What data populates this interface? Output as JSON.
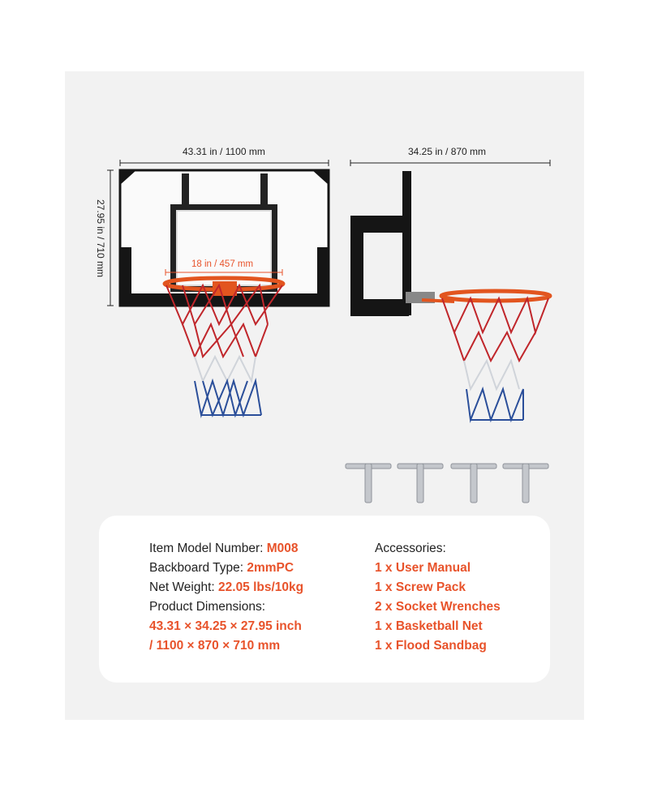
{
  "dimensions": {
    "backboard_width": "43.31 in / 1100 mm",
    "backboard_height": "27.95 in / 710 mm",
    "side_depth": "34.25 in / 870 mm",
    "rim_diameter": "18 in / 457 mm"
  },
  "specs": {
    "model_label": "Item Model Number: ",
    "model_value": "M008",
    "backboard_label": "Backboard Type: ",
    "backboard_value": "2mmPC",
    "weight_label": "Net Weight: ",
    "weight_value": "22.05 lbs/10kg",
    "dimensions_label": "Product Dimensions:",
    "dimensions_line1": "43.31 × 34.25 × 27.95 inch",
    "dimensions_line2": "/ 1100 × 870 × 710 mm"
  },
  "accessories": {
    "title": "Accessories:",
    "items": [
      "1 x User Manual",
      "1 x Screw Pack",
      "2 x Socket Wrenches",
      "1 x Basketball Net",
      "1 x Flood Sandbag"
    ]
  },
  "colors": {
    "accent": "#e8532b",
    "rim": "#e2551f",
    "net_red": "#c0262b",
    "net_blue": "#2b4f9a",
    "frame": "#151515"
  }
}
